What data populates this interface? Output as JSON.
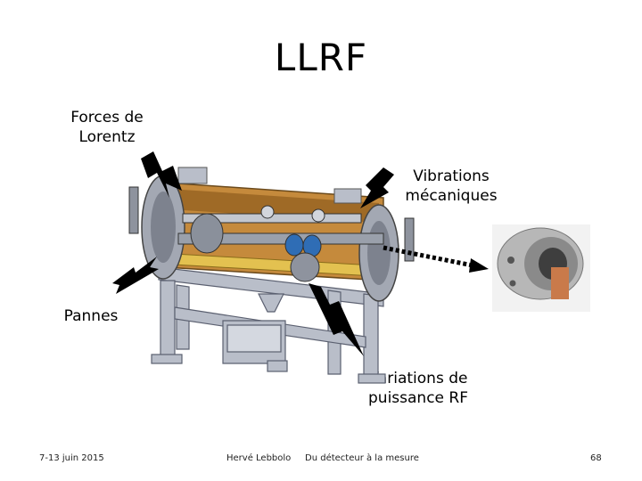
{
  "slide": {
    "title": "LLRF",
    "labels": {
      "lorentz": "Forces de\nLorentz",
      "vibrations": "Vibrations\nmécaniques",
      "pannes": "Pannes",
      "rf_power": "Variations de\npuissance RF"
    },
    "footer": {
      "date": "7-13 juin 2015",
      "author": "Hervé Lebbolo",
      "subject": "Du détecteur à la mesure",
      "page": "68"
    }
  },
  "colors": {
    "frame": "#b9bec9",
    "vessel": "#c58a3c",
    "arrow": "#000000"
  }
}
